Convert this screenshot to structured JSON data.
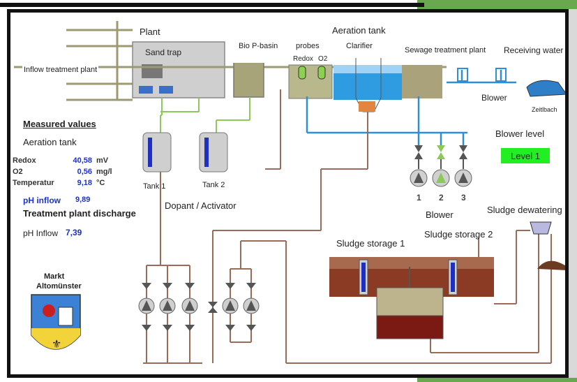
{
  "labels": {
    "plant": "Plant",
    "sand_trap": "Sand trap",
    "inflow": "Inflow treatment plant",
    "bio_p_basin": "Bio P-basin",
    "probes": "probes",
    "redox_probe": "Redox",
    "o2_probe": "O2",
    "aeration_tank": "Aeration tank",
    "clarifier": "Clarifier",
    "sewage_plant": "Sewage treatment plant",
    "receiving_water": "Receiving water",
    "blower_top": "Blower",
    "zeitlbach": "Zeitlbach",
    "blower_level": "Blower level",
    "level_value": "Level 1",
    "blower_num_1": "1",
    "blower_num_2": "2",
    "blower_num_3": "3",
    "blower_bottom": "Blower",
    "sludge_dewatering": "Sludge dewatering",
    "sludge_storage_2": "Sludge storage 2",
    "sludge_storage_1": "Sludge storage 1",
    "tank1": "Tank 1",
    "tank2": "Tank 2",
    "dopant": "Dopant / Activator",
    "markt": "Markt",
    "town": "Altomünster"
  },
  "measured": {
    "title": "Measured values",
    "aeration_title": "Aeration tank",
    "rows": [
      {
        "name": "Redox",
        "value": "40,58",
        "unit": "mV"
      },
      {
        "name": "O2",
        "value": "0,56",
        "unit": "mg/l"
      },
      {
        "name": "Temperatur",
        "value": "9,18",
        "unit": "°C"
      }
    ],
    "ph_inflow_label": "pH inflow",
    "ph_inflow_value": "9,89",
    "discharge_title": "Treatment plant discharge",
    "ph_discharge_label": "pH Inflow",
    "ph_discharge_value": "7,39"
  },
  "colors": {
    "pipe_main": "#9c9a70",
    "pipe_water": "#2f8fd6",
    "pipe_sludge": "#9b6b5a",
    "pipe_green": "#8dc85a",
    "level_indicator": "#22ee22",
    "value_blue": "#1a33cc",
    "sludge": "#7a2a1a",
    "sludge_light": "#bdb38c"
  }
}
